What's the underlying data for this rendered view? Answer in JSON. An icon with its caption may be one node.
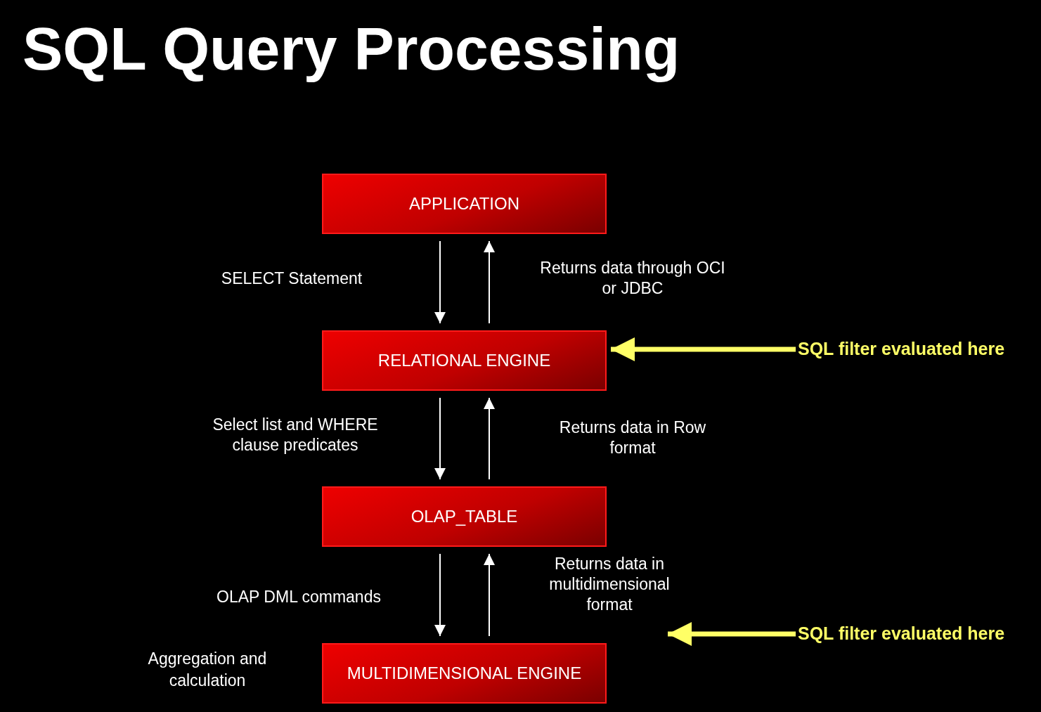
{
  "diagram": {
    "title": "SQL Query Processing",
    "nodes": [
      {
        "text": [
          "APPLICATION"
        ]
      },
      {
        "text": [
          "RELATIONAL ENGINE"
        ]
      },
      {
        "text": [
          "OLAP_TABLE"
        ]
      },
      {
        "text": [
          "MULTIDIMENSIONAL ENGINE"
        ],
        "beside": [
          "Aggregation and calculation"
        ]
      },
      {
        "text": [
          "SQL filter evaluated here"
        ]
      },
      {
        "text": [
          "SQL filter evaluated here"
        ]
      }
    ],
    "edges": [
      {
        "from": 0,
        "to": 1,
        "arrow": "to",
        "label": "SELECT Statement"
      },
      {
        "from": 1,
        "to": 0,
        "arrow": "to",
        "label": "Returns data through OCI or JDBC"
      },
      {
        "from": 1,
        "to": 2,
        "arrow": "to",
        "label": "Select list and WHERE clause predicates"
      },
      {
        "from": 2,
        "to": 1,
        "arrow": "to",
        "label": "Returns data in Row format"
      },
      {
        "from": 2,
        "to": 3,
        "arrow": "to",
        "label": "OLAP DML commands"
      },
      {
        "from": 3,
        "to": 2,
        "arrow": "to",
        "label": "Returns data in multidimensional format"
      },
      {
        "from": 4,
        "to": 1,
        "arrow": "to",
        "style": "thick",
        "color": "#ffff66"
      },
      {
        "from": 5,
        "to": null,
        "arrow": "to",
        "style": "thick",
        "color": "#ffff66"
      }
    ]
  }
}
